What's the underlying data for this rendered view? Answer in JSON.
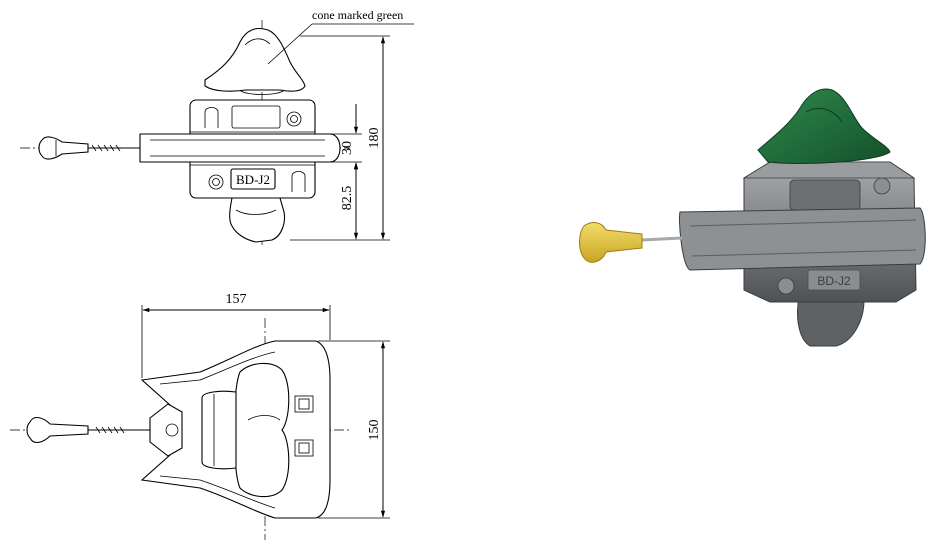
{
  "annotations": {
    "cone_note": "cone marked green",
    "model_mark": "BD-J2",
    "render_mark": "BD-J2"
  },
  "dimensions": {
    "overall_height": "180",
    "upper_section": "30",
    "lower_section": "82.5",
    "length": "157",
    "width": "150"
  },
  "colors": {
    "cone": "#1f6b3a",
    "handle": "#e2c43a",
    "body": "#7c7f82",
    "line": "#000000"
  }
}
